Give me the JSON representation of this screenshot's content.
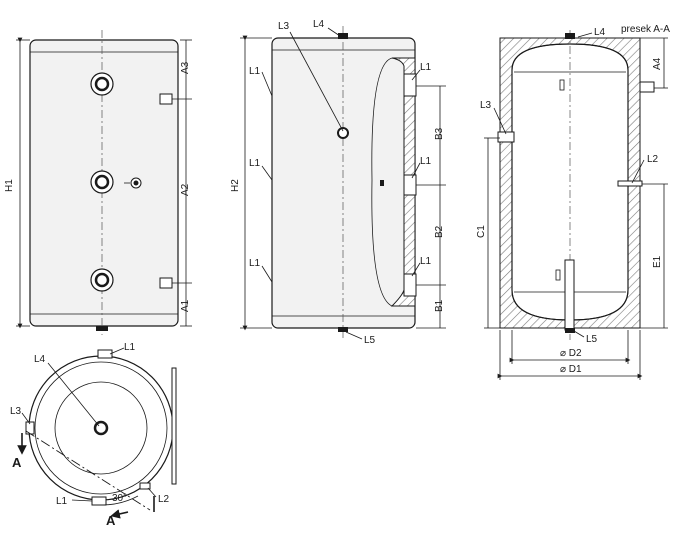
{
  "labels": {
    "l1": "L1",
    "l2": "L2",
    "l3": "L3",
    "l4": "L4",
    "l5": "L5",
    "section_title": "presek A-A",
    "section_mark": "A",
    "angle": "30°"
  },
  "dimensions": {
    "h1": "H1",
    "h2": "H2",
    "a1": "A1",
    "a2": "A2",
    "a3": "A3",
    "a4": "A4",
    "b1": "B1",
    "b2": "B2",
    "b3": "B3",
    "c1": "C1",
    "e1": "E1",
    "d1": "⌀ D1",
    "d2": "⌀ D2"
  },
  "colors": {
    "line": "#1a1a1a",
    "fill": "#f2f2f2",
    "hatch": "#7a7a7a"
  }
}
